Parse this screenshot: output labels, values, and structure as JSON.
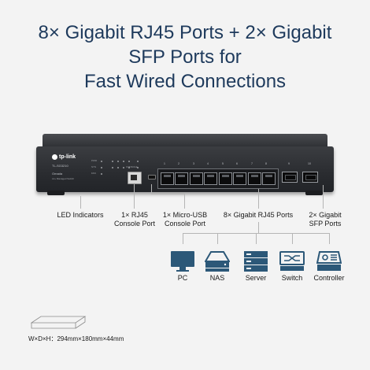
{
  "headline": {
    "line1": "8× Gigabit RJ45 Ports + 2× Gigabit",
    "line2": "SFP Ports for",
    "line3": "Fast Wired Connections"
  },
  "device": {
    "brand": "tp-link",
    "model": "TL-SG3210",
    "series": "Omada",
    "subtitle": "L2+ Managed Switch",
    "port_numbers": [
      "1",
      "2",
      "3",
      "4",
      "5",
      "6",
      "7",
      "8",
      "9",
      "10"
    ],
    "led_labels": [
      "PWR",
      "SYS",
      "FAN"
    ],
    "console_label": "CONSOLE"
  },
  "labels": {
    "led": "LED Indicators",
    "rj45_console": [
      "1× RJ45",
      "Console Port"
    ],
    "usb_console": [
      "1× Micro-USB",
      "Console Port"
    ],
    "gigabit_ports": "8× Gigabit RJ45 Ports",
    "sfp_ports": [
      "2× Gigabit",
      "SFP Ports"
    ]
  },
  "connections": [
    {
      "label": "PC",
      "icon": "pc-icon"
    },
    {
      "label": "NAS",
      "icon": "nas-icon"
    },
    {
      "label": "Server",
      "icon": "server-icon"
    },
    {
      "label": "Switch",
      "icon": "switch-icon"
    },
    {
      "label": "Controller",
      "icon": "controller-icon"
    }
  ],
  "dimensions": "W×D×H：294mm×180mm×44mm",
  "colors": {
    "headline": "#1e3a5c",
    "icon_blue": "#2c5878",
    "background": "#f3f3f3"
  }
}
